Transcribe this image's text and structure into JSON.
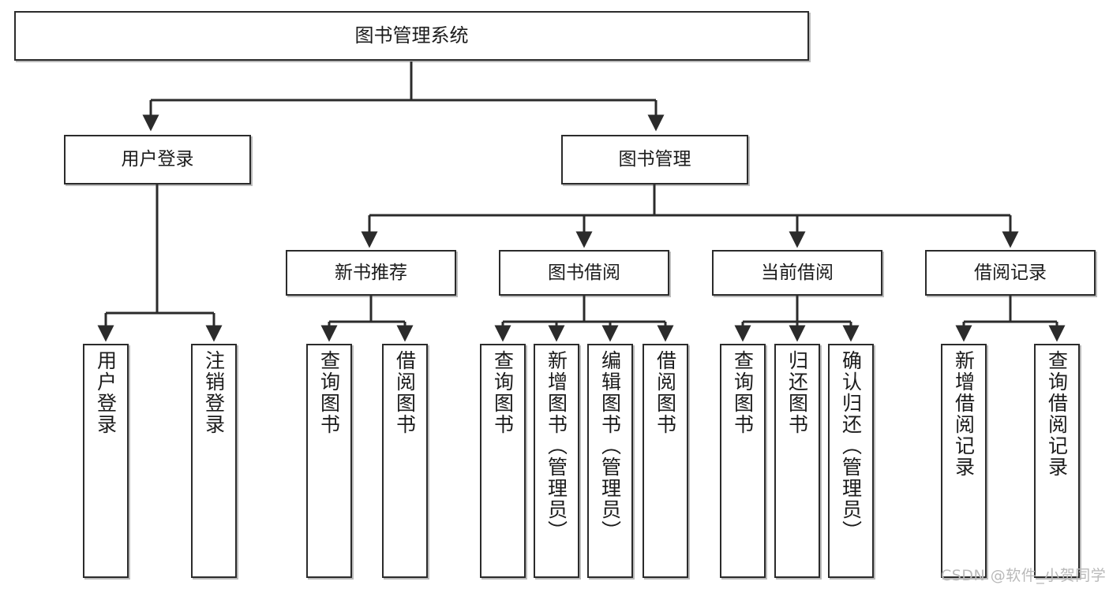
{
  "diagram": {
    "type": "tree",
    "title": "图书管理系统",
    "root": {
      "label": "图书管理系统"
    },
    "level2": [
      {
        "label": "用户登录"
      },
      {
        "label": "图书管理"
      }
    ],
    "level3": [
      {
        "label": "新书推荐"
      },
      {
        "label": "图书借阅"
      },
      {
        "label": "当前借阅"
      },
      {
        "label": "借阅记录"
      }
    ],
    "leaves": {
      "user_login": [
        {
          "label": "用户登录"
        },
        {
          "label": "注销登录"
        }
      ],
      "new_book_recommend": [
        {
          "label": "查询图书"
        },
        {
          "label": "借阅图书"
        }
      ],
      "book_borrow": [
        {
          "label": "查询图书"
        },
        {
          "label": "新增图书（管理员）"
        },
        {
          "label": "编辑图书（管理员）"
        },
        {
          "label": "借阅图书"
        }
      ],
      "current_borrow": [
        {
          "label": "查询图书"
        },
        {
          "label": "归还图书"
        },
        {
          "label": "确认归还（管理员）"
        }
      ],
      "borrow_record": [
        {
          "label": "新增借阅记录"
        },
        {
          "label": "查询借阅记录"
        }
      ]
    },
    "edges_color": "#2b2b2b",
    "node_border_color": "#2b2b2b",
    "node_fill_color": "#ffffff",
    "text_color": "#1b1b1b"
  },
  "watermark": {
    "text": "CSDN @软件_小贺同学",
    "color": "#b9b9b9"
  }
}
